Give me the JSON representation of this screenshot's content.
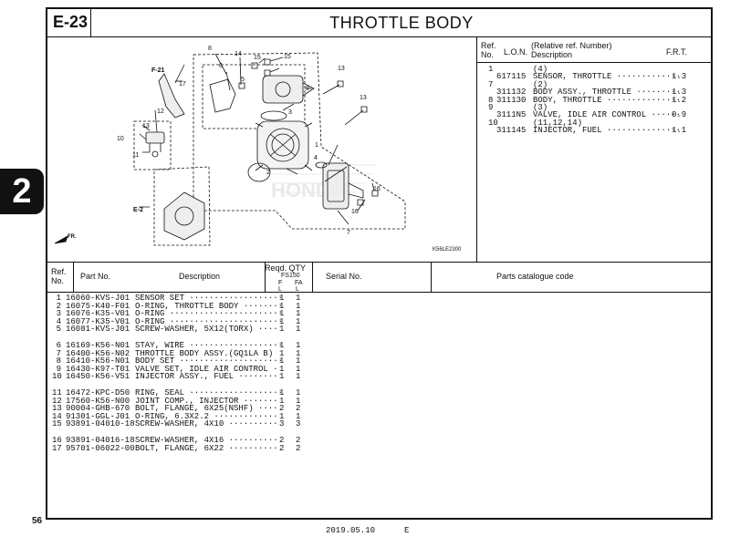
{
  "header": {
    "code": "E-23",
    "title": "THROTTLE BODY"
  },
  "side_tab": "2",
  "page_number": "56",
  "footer": {
    "date": "2019.05.10",
    "suffix": "E"
  },
  "diagram": {
    "code": "K56LE2300",
    "arrow_fr": "FR.",
    "ref_f21": "F-21",
    "ref_e2": "E-2",
    "callouts": [
      "1",
      "2",
      "3",
      "4",
      "5",
      "6",
      "7",
      "8",
      "9",
      "10",
      "11",
      "12",
      "13",
      "13",
      "14",
      "15",
      "15",
      "15",
      "16",
      "16",
      "17"
    ]
  },
  "ref_table": {
    "headers": {
      "ref": "Ref. No.",
      "lon": "L.O.N.",
      "desc": "(Relative ref. Number) Description",
      "frt": "F.R.T."
    },
    "rows": [
      {
        "ref": "1",
        "lon": "",
        "desc": "(4)",
        "frt": ""
      },
      {
        "ref": "",
        "lon": "617115",
        "desc": "SENSOR, THROTTLE ·············",
        "frt": "1.3"
      },
      {
        "ref": "7",
        "lon": "",
        "desc": "(2)",
        "frt": ""
      },
      {
        "ref": "",
        "lon": "311132",
        "desc": "BODY ASSY., THROTTLE ·········",
        "frt": "1.3"
      },
      {
        "ref": "8",
        "lon": "311130",
        "desc": "BODY, THROTTLE ···············",
        "frt": "1.2"
      },
      {
        "ref": "9",
        "lon": "",
        "desc": "(3)",
        "frt": ""
      },
      {
        "ref": "",
        "lon": "3111N5",
        "desc": "VALVE, IDLE AIR CONTROL ······",
        "frt": "0.9"
      },
      {
        "ref": "10",
        "lon": "",
        "desc": "(11,12,14)",
        "frt": ""
      },
      {
        "ref": "",
        "lon": "311145",
        "desc": "INJECTOR, FUEL ···············",
        "frt": "1.1"
      }
    ]
  },
  "parts_table": {
    "headers": {
      "ref": "Ref. No.",
      "part_no": "Part No.",
      "desc": "Description",
      "qty": "Reqd. QTY",
      "model": "FS150",
      "f": "F",
      "fa": "FA",
      "l1": "L",
      "l2": "L",
      "serial": "Serial No.",
      "catalogue": "Parts catalogue code"
    },
    "rows": [
      {
        "ref": "1",
        "part": "16060-KVS-J01",
        "desc": "SENSOR SET ···················",
        "f": "1",
        "fa": "1"
      },
      {
        "ref": "2",
        "part": "16075-K40-F01",
        "desc": "O-RING, THROTTLE BODY ········",
        "f": "1",
        "fa": "1"
      },
      {
        "ref": "3",
        "part": "16076-K35-V01",
        "desc": "O-RING ·······················",
        "f": "1",
        "fa": "1"
      },
      {
        "ref": "4",
        "part": "16077-K35-V01",
        "desc": "O-RING ·······················",
        "f": "1",
        "fa": "1"
      },
      {
        "ref": "5",
        "part": "16081-KVS-J01",
        "desc": "SCREW-WASHER, 5X12(TORX) ····",
        "f": "1",
        "fa": "1"
      },
      {
        "ref": "6",
        "part": "16169-K56-N01",
        "desc": "STAY, WIRE ···················",
        "f": "1",
        "fa": "1"
      },
      {
        "ref": "7",
        "part": "16400-K56-N02",
        "desc": "THROTTLE BODY ASSY.(GQ1LA B)",
        "f": "1",
        "fa": "1"
      },
      {
        "ref": "8",
        "part": "16410-K56-N01",
        "desc": "BODY SET ·····················",
        "f": "1",
        "fa": "1"
      },
      {
        "ref": "9",
        "part": "16430-K97-T01",
        "desc": "VALVE SET, IDLE AIR CONTROL ·",
        "f": "1",
        "fa": "1"
      },
      {
        "ref": "10",
        "part": "16450-K56-V51",
        "desc": "INJECTOR ASSY., FUEL ········",
        "f": "1",
        "fa": "1"
      },
      {
        "ref": "11",
        "part": "16472-KPC-D50",
        "desc": "RING, SEAL ···················",
        "f": "1",
        "fa": "1"
      },
      {
        "ref": "12",
        "part": "17560-K56-N00",
        "desc": "JOINT COMP., INJECTOR ·······",
        "f": "1",
        "fa": "1"
      },
      {
        "ref": "13",
        "part": "90004-GHB-670",
        "desc": "BOLT, FLANGE, 6X25(NSHF) ····",
        "f": "2",
        "fa": "2"
      },
      {
        "ref": "14",
        "part": "91301-GGL-J01",
        "desc": "O-RING, 6.3X2.2 ·············",
        "f": "1",
        "fa": "1"
      },
      {
        "ref": "15",
        "part": "93891-04010-18",
        "desc": "SCREW-WASHER, 4X10 ··········",
        "f": "3",
        "fa": "3"
      },
      {
        "ref": "16",
        "part": "93891-04016-18",
        "desc": "SCREW-WASHER, 4X16 ··········",
        "f": "2",
        "fa": "2"
      },
      {
        "ref": "17",
        "part": "95701-06022-00",
        "desc": "BOLT, FLANGE, 6X22 ··········",
        "f": "2",
        "fa": "2"
      }
    ]
  }
}
